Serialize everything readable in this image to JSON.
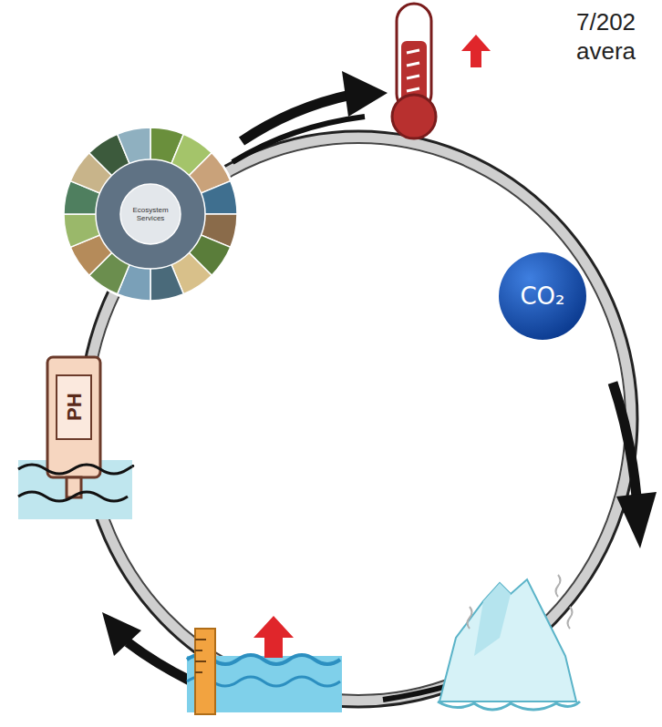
{
  "diagram": {
    "nodes": [
      {
        "text": [
          "CO₂"
        ]
      }
    ],
    "labels": [
      "7/202",
      "avera",
      "Ecosystem Services",
      "PH"
    ]
  }
}
